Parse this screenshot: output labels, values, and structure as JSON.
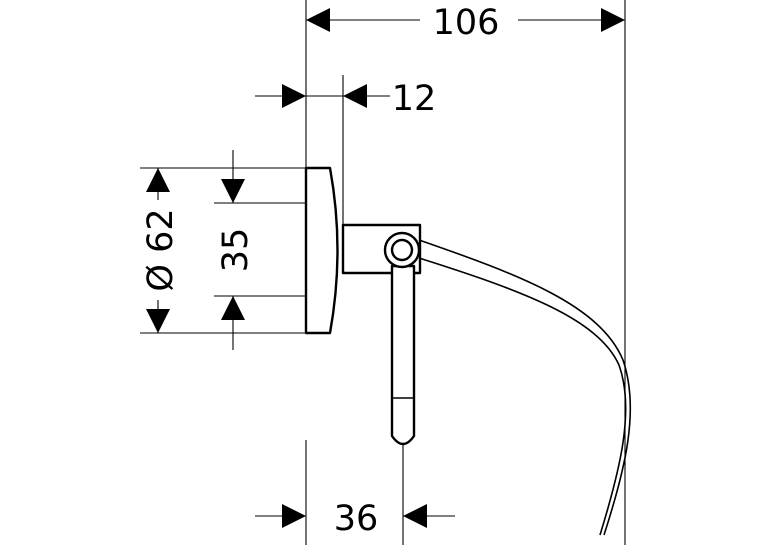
{
  "dimensions": {
    "overall_width": "106",
    "base_depth": "12",
    "rosette_diameter": "Ø 62",
    "mount_spacing": "35",
    "hook_offset": "36"
  }
}
